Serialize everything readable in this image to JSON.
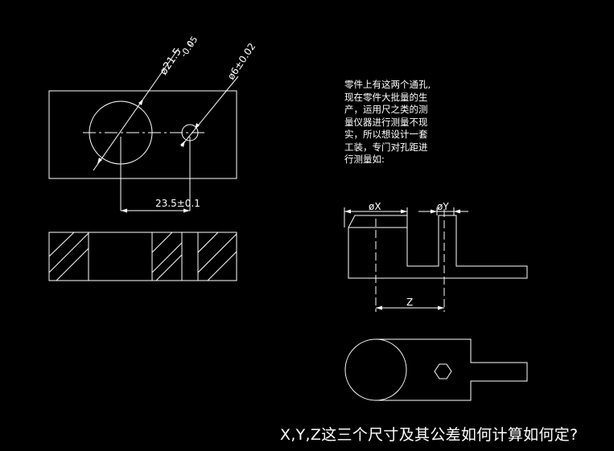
{
  "drawing": {
    "dim_large_hole": "ø21.5",
    "dim_large_tol_upper": "0",
    "dim_large_tol_lower": "-0.05",
    "dim_small_hole": "ø6±0.02",
    "dim_center_distance": "23.5±0.1",
    "dim_x": "øX",
    "dim_y": "øY",
    "dim_z": "Z"
  },
  "note": {
    "lines": [
      "零件上有这两个通孔,",
      "现在零件大批量的生",
      "产，运用尺之类的测",
      "量仪器进行测量不现",
      "实，所以想设计一套",
      "工装，专门对孔距进",
      "行测量如:"
    ]
  },
  "question": "X,Y,Z这三个尺寸及其公差如何计算如何定?",
  "colors": {
    "background": "#000000",
    "lines": "#ffffff"
  }
}
